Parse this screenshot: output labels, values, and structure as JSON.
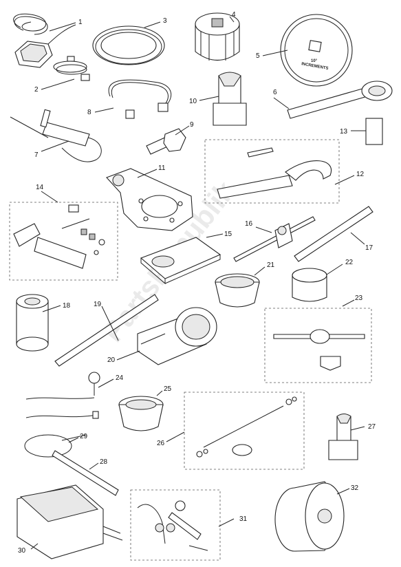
{
  "watermark": "PartsRepublik",
  "dial_label_degrees": "10°",
  "dial_label_increments": "INCREMENTS",
  "callouts": [
    {
      "id": "1",
      "label": "1"
    },
    {
      "id": "2",
      "label": "2"
    },
    {
      "id": "3",
      "label": "3"
    },
    {
      "id": "4",
      "label": "4"
    },
    {
      "id": "5",
      "label": "5"
    },
    {
      "id": "6",
      "label": "6"
    },
    {
      "id": "7",
      "label": "7"
    },
    {
      "id": "8",
      "label": "8"
    },
    {
      "id": "9",
      "label": "9"
    },
    {
      "id": "10",
      "label": "10"
    },
    {
      "id": "11",
      "label": "11"
    },
    {
      "id": "12",
      "label": "12"
    },
    {
      "id": "13",
      "label": "13"
    },
    {
      "id": "14",
      "label": "14"
    },
    {
      "id": "15",
      "label": "15"
    },
    {
      "id": "16",
      "label": "16"
    },
    {
      "id": "17",
      "label": "17"
    },
    {
      "id": "18",
      "label": "18"
    },
    {
      "id": "19",
      "label": "19"
    },
    {
      "id": "20",
      "label": "20"
    },
    {
      "id": "21",
      "label": "21"
    },
    {
      "id": "22",
      "label": "22"
    },
    {
      "id": "23",
      "label": "23"
    },
    {
      "id": "24",
      "label": "24"
    },
    {
      "id": "25",
      "label": "25"
    },
    {
      "id": "26",
      "label": "26"
    },
    {
      "id": "27",
      "label": "27"
    },
    {
      "id": "28",
      "label": "28"
    },
    {
      "id": "29",
      "label": "29"
    },
    {
      "id": "30",
      "label": "30"
    },
    {
      "id": "31",
      "label": "31"
    },
    {
      "id": "32",
      "label": "32"
    }
  ]
}
